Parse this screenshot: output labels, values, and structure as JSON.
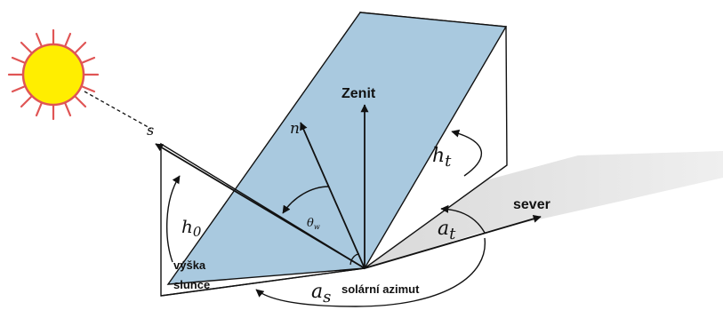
{
  "diagram": {
    "labels": {
      "zenith": "Zenit",
      "north": "sever",
      "sun_ray": "s",
      "normal": "n",
      "incidence_angle": "θ",
      "incidence_angle_sub": "w",
      "sun_altitude_symbol": "h",
      "sun_altitude_sub": "0",
      "sun_altitude_text_1": "výška",
      "sun_altitude_text_2": "slunce",
      "tilt_symbol": "h",
      "tilt_sub": "t",
      "panel_azimuth_symbol": "a",
      "panel_azimuth_sub": "t",
      "solar_azimuth_symbol": "a",
      "solar_azimuth_sub": "s",
      "solar_azimuth_text": "solární azimut"
    },
    "colors": {
      "panel_fill": "#a9c9df",
      "shadow_fill": "#e1e1e1",
      "sun_fill": "#ffee00",
      "sun_stroke": "#e05555",
      "ray_color": "#ee6666",
      "line_color": "#111111"
    }
  }
}
